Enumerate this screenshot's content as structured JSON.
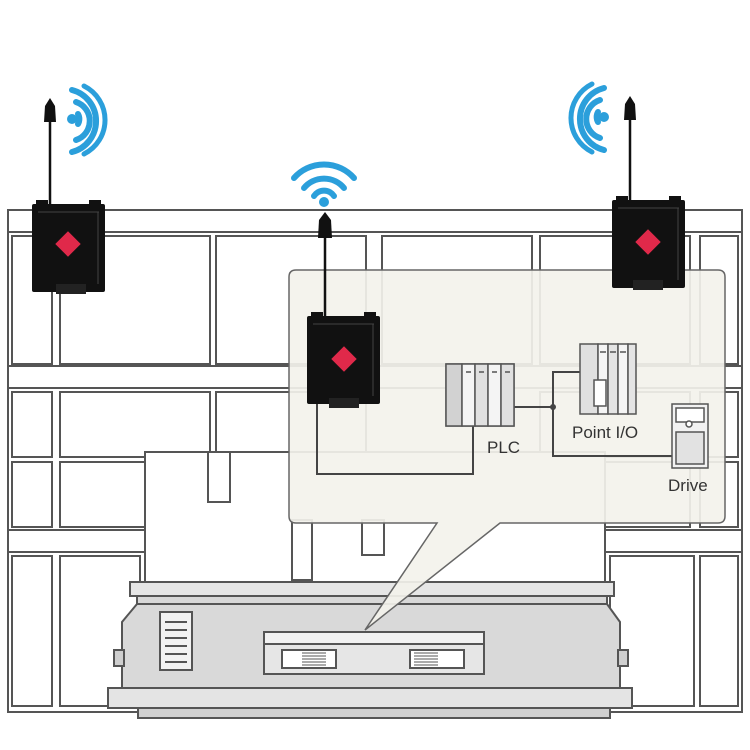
{
  "diagram": {
    "labels": {
      "plc": "PLC",
      "point_io": "Point I/O",
      "drive": "Drive"
    },
    "colors": {
      "radio_body": "#111111",
      "radio_accent": "#e0294a",
      "wifi_signal": "#2b9fdb",
      "outline": "#555555",
      "callout_fill": "#f3f2ec",
      "structure_fill": "#ffffff"
    },
    "icons": [
      "wifi-signal-icon",
      "wireless-radio-icon",
      "plc-icon",
      "point-io-icon",
      "drive-icon",
      "machine-base-icon"
    ]
  }
}
